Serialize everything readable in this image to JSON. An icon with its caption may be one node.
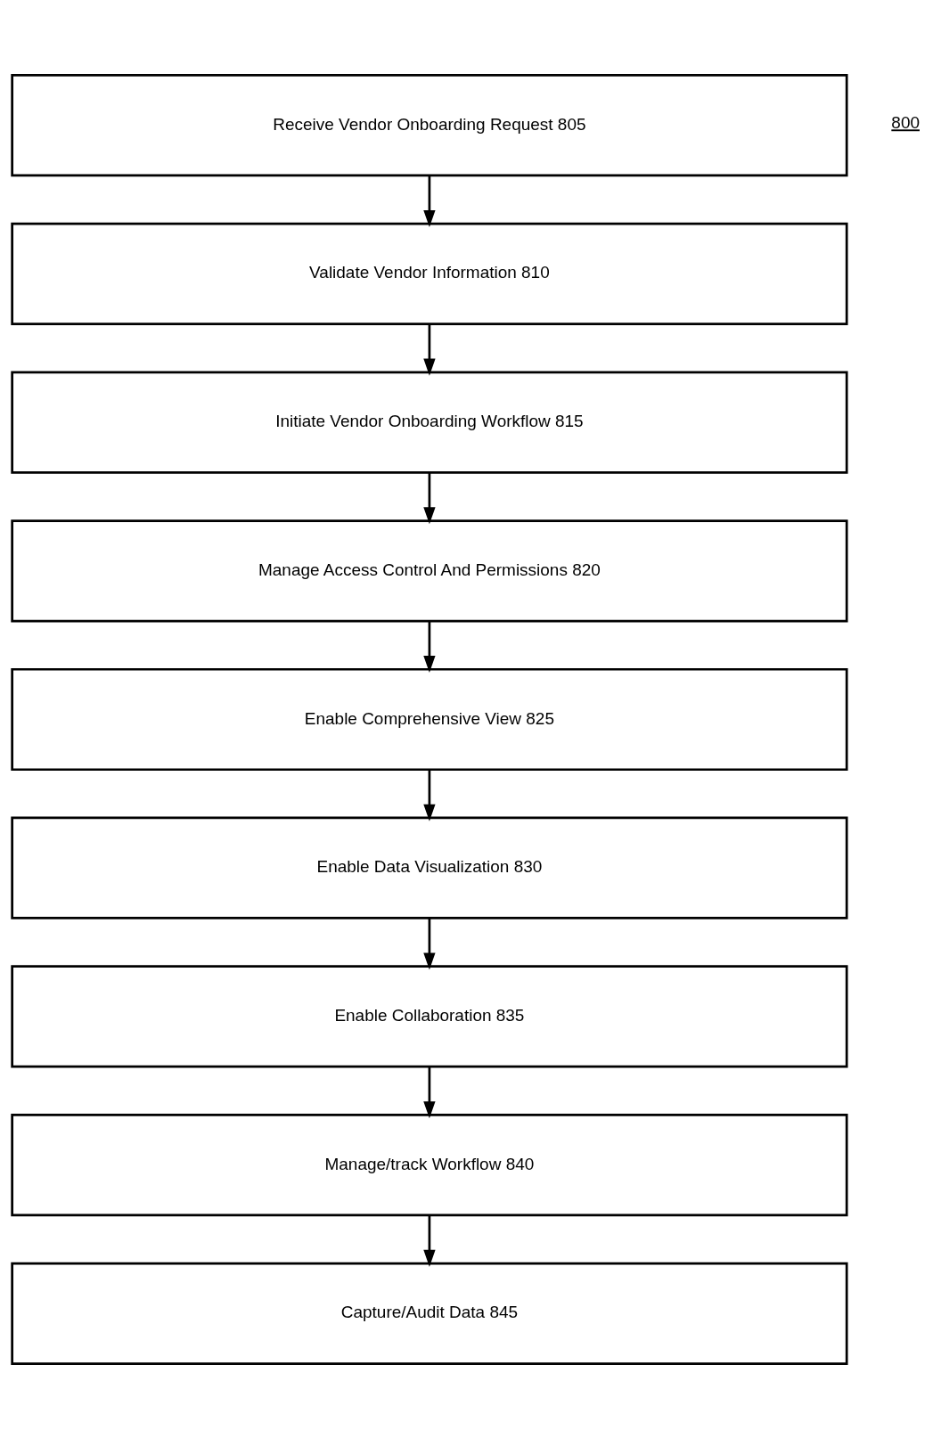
{
  "diagram": {
    "nodes": [
      {
        "text": [
          "Receive Vendor Onboarding Request 805"
        ]
      },
      {
        "text": [
          "Validate Vendor Information 810"
        ]
      },
      {
        "text": [
          "Initiate Vendor Onboarding Workflow 815"
        ]
      },
      {
        "text": [
          "Manage Access Control And Permissions 820"
        ]
      },
      {
        "text": [
          "Enable Comprehensive View 825"
        ]
      },
      {
        "text": [
          "Enable Data Visualization 830"
        ]
      },
      {
        "text": [
          "Enable Collaboration 835"
        ]
      },
      {
        "text": [
          "Manage/track Workflow 840"
        ]
      },
      {
        "text": [
          "Capture/Audit Data 845"
        ]
      }
    ],
    "edges": [
      {
        "from": 0,
        "to": 1,
        "arrow": "to"
      },
      {
        "from": 1,
        "to": 2,
        "arrow": "to"
      },
      {
        "from": 2,
        "to": 3,
        "arrow": "to"
      },
      {
        "from": 3,
        "to": 4,
        "arrow": "to"
      },
      {
        "from": 4,
        "to": 5,
        "arrow": "to"
      },
      {
        "from": 5,
        "to": 6,
        "arrow": "to"
      },
      {
        "from": 6,
        "to": 7,
        "arrow": "to"
      },
      {
        "from": 7,
        "to": 8,
        "arrow": "to"
      }
    ],
    "labels": [
      "800"
    ]
  }
}
